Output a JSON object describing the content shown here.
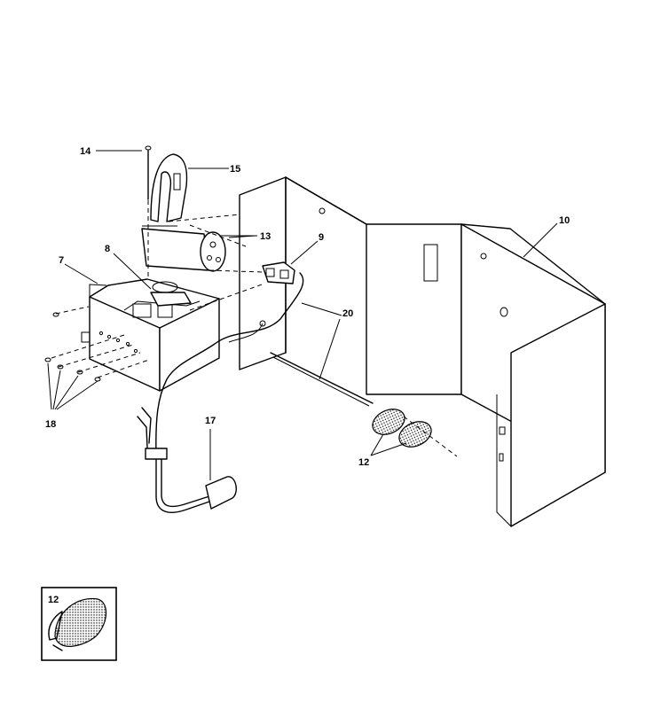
{
  "diagram": {
    "part_labels": {
      "p14": "14",
      "p15": "15",
      "p13": "13",
      "p9": "9",
      "p10": "10",
      "p7": "7",
      "p8": "8",
      "p20": "20",
      "p18": "18",
      "p17": "17",
      "p12": "12",
      "p12_detail": "12"
    }
  }
}
